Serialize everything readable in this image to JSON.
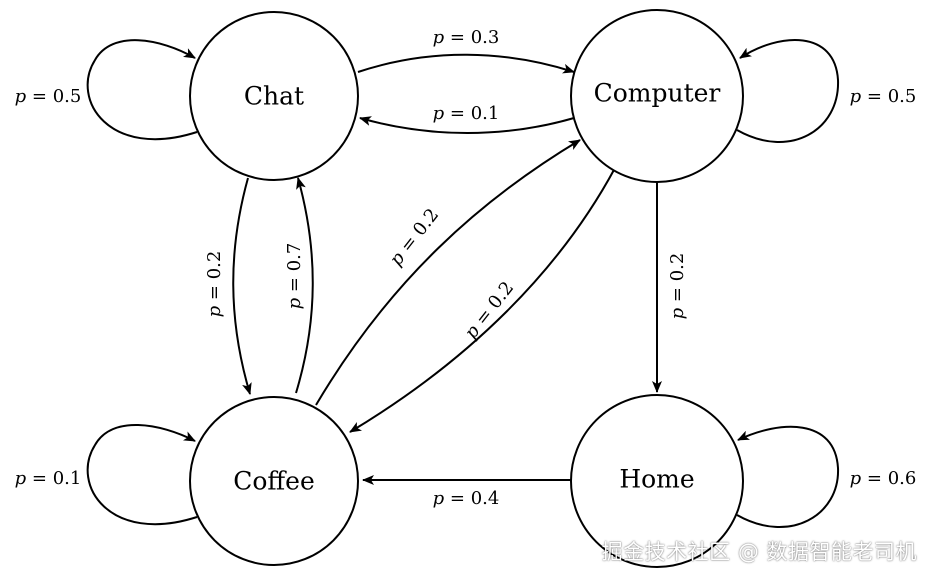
{
  "diagram": {
    "nodes": {
      "chat": "Chat",
      "computer": "Computer",
      "coffee": "Coffee",
      "home": "Home"
    },
    "edges": {
      "chat_self": {
        "var": "p",
        "text": " = 0.5"
      },
      "chat_computer": {
        "var": "p",
        "text": " = 0.3"
      },
      "computer_chat": {
        "var": "p",
        "text": " = 0.1"
      },
      "computer_self": {
        "var": "p",
        "text": " = 0.5"
      },
      "chat_coffee": {
        "var": "p",
        "text": " = 0.2"
      },
      "coffee_chat": {
        "var": "p",
        "text": " = 0.7"
      },
      "coffee_computer": {
        "var": "p",
        "text": " = 0.2"
      },
      "computer_coffee": {
        "var": "p",
        "text": " = 0.2"
      },
      "computer_home": {
        "var": "p",
        "text": " = 0.2"
      },
      "coffee_self": {
        "var": "p",
        "text": " = 0.1"
      },
      "home_coffee": {
        "var": "p",
        "text": " = 0.4"
      },
      "home_self": {
        "var": "p",
        "text": " = 0.6"
      }
    }
  },
  "watermark": "掘金技术社区 @ 数据智能老司机"
}
